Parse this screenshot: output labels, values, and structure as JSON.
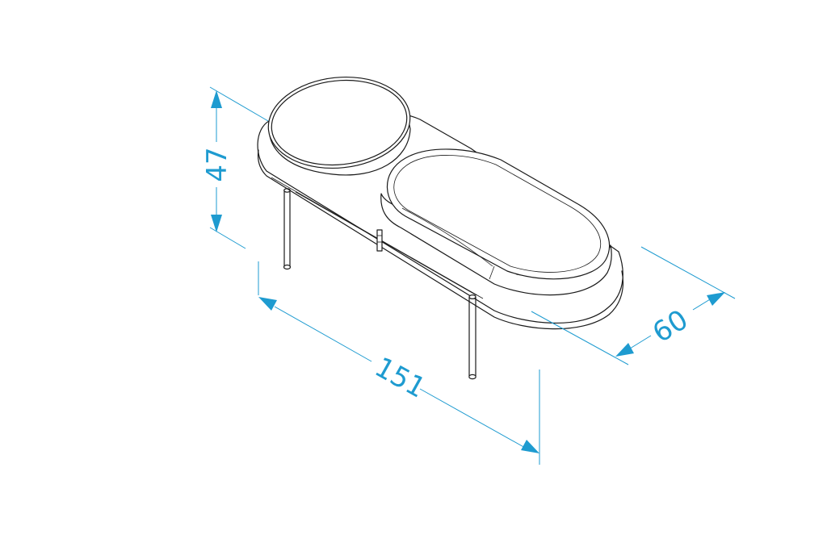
{
  "colors": {
    "dimension": "#1e9bd0",
    "line": "#1a1a1a",
    "background": "#ffffff"
  },
  "dimensions": {
    "height": "47",
    "length": "151",
    "depth": "60"
  }
}
